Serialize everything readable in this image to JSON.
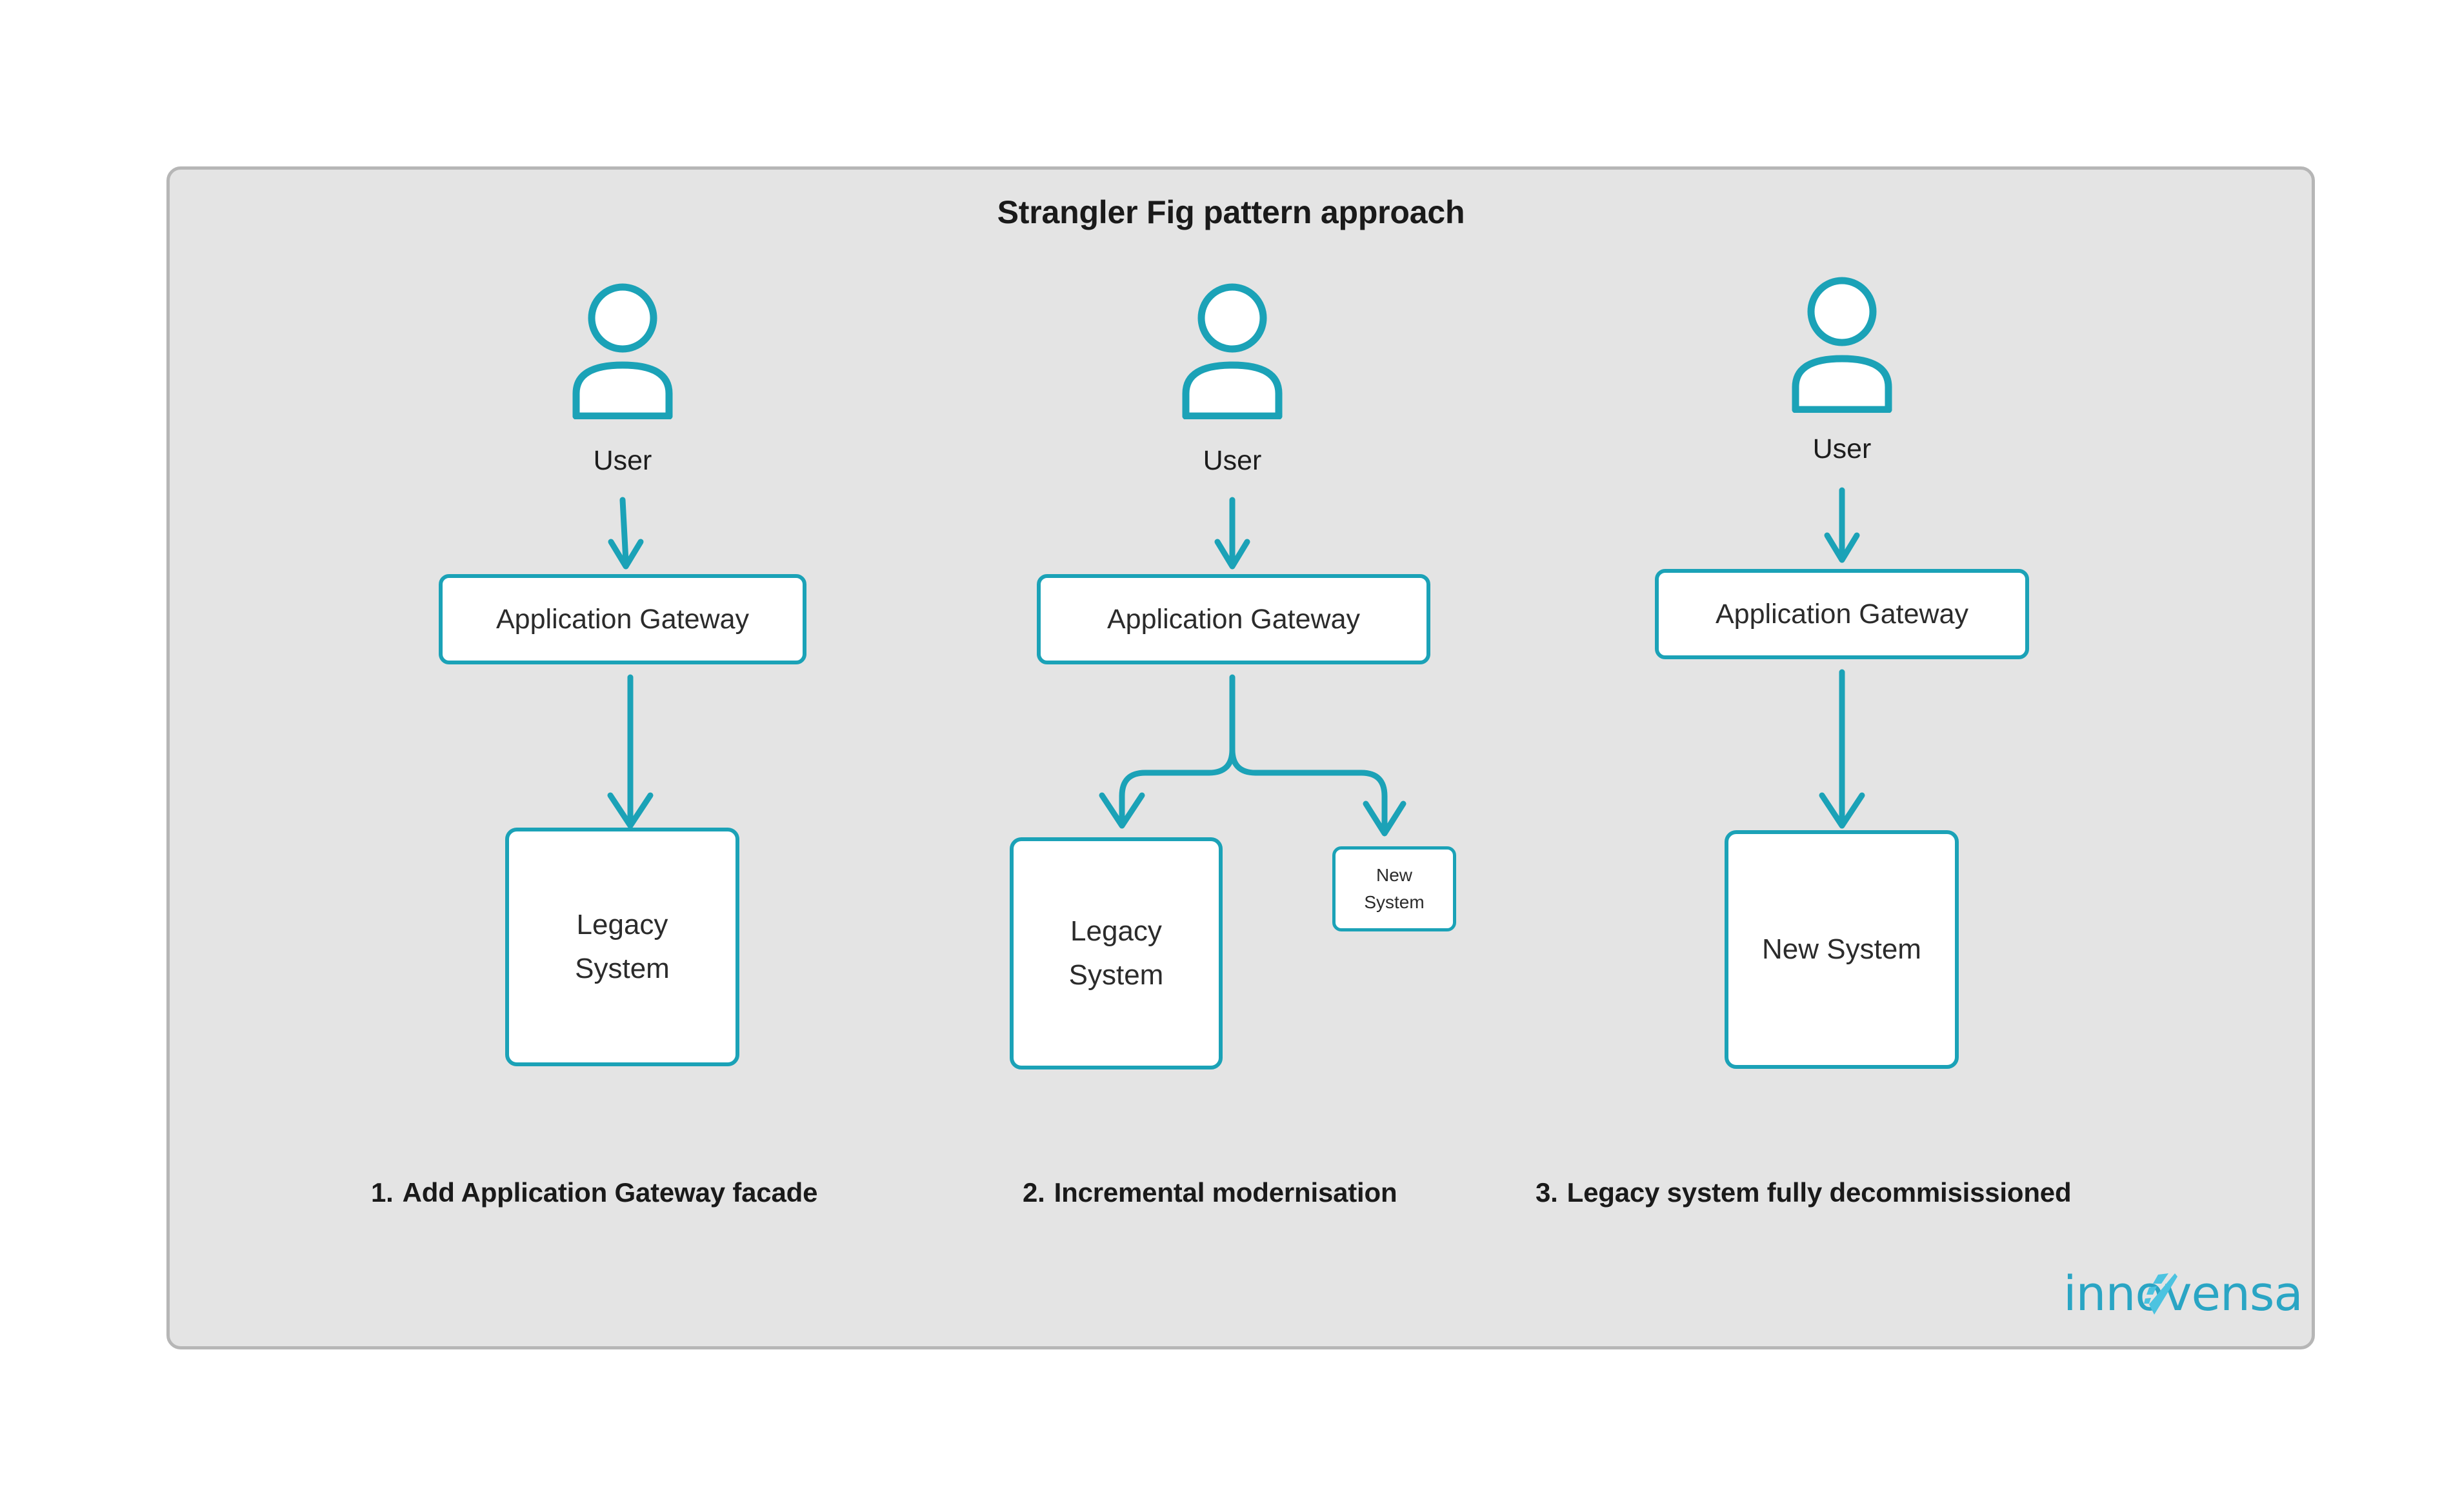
{
  "diagram": {
    "title": "Strangler Fig pattern approach",
    "theme": {
      "accent": "#1ba2b7",
      "logo_text_color": "#2aa5c4",
      "logo_mark_color": "#4cc3e0",
      "frame_bg": "#e4e4e4",
      "frame_border": "#b6b6b6",
      "text_color": "#2b2b2b",
      "page_bg": "#ffffff"
    },
    "panels": [
      {
        "id": "panel-1",
        "actor": {
          "icon": "user-icon",
          "label": "User"
        },
        "gateway": {
          "label": "Application Gateway"
        },
        "systems": [
          {
            "id": "legacy-system",
            "label": "Legacy System",
            "line1": "Legacy",
            "line2": "System",
            "size": "large"
          }
        ],
        "caption": {
          "number": "1.",
          "text": "Add Application Gateway facade"
        }
      },
      {
        "id": "panel-2",
        "actor": {
          "icon": "user-icon",
          "label": "User"
        },
        "gateway": {
          "label": "Application Gateway"
        },
        "systems": [
          {
            "id": "legacy-system",
            "label": "Legacy System",
            "line1": "Legacy",
            "line2": "System",
            "size": "large"
          },
          {
            "id": "new-system",
            "label": "New System",
            "line1": "New",
            "line2": "System",
            "size": "small"
          }
        ],
        "caption": {
          "number": "2.",
          "text": "Incremental modernisation"
        }
      },
      {
        "id": "panel-3",
        "actor": {
          "icon": "user-icon",
          "label": "User"
        },
        "gateway": {
          "label": "Application Gateway"
        },
        "systems": [
          {
            "id": "new-system",
            "label": "New System",
            "line1": "New System",
            "line2": "",
            "size": "large"
          }
        ],
        "caption": {
          "number": "3.",
          "text": "Legacy system fully decommisissioned"
        }
      }
    ],
    "logo": {
      "text_before": "inno",
      "text_after": "ensa",
      "full_text": "innovensa",
      "mark": "check-swoosh-icon"
    }
  }
}
